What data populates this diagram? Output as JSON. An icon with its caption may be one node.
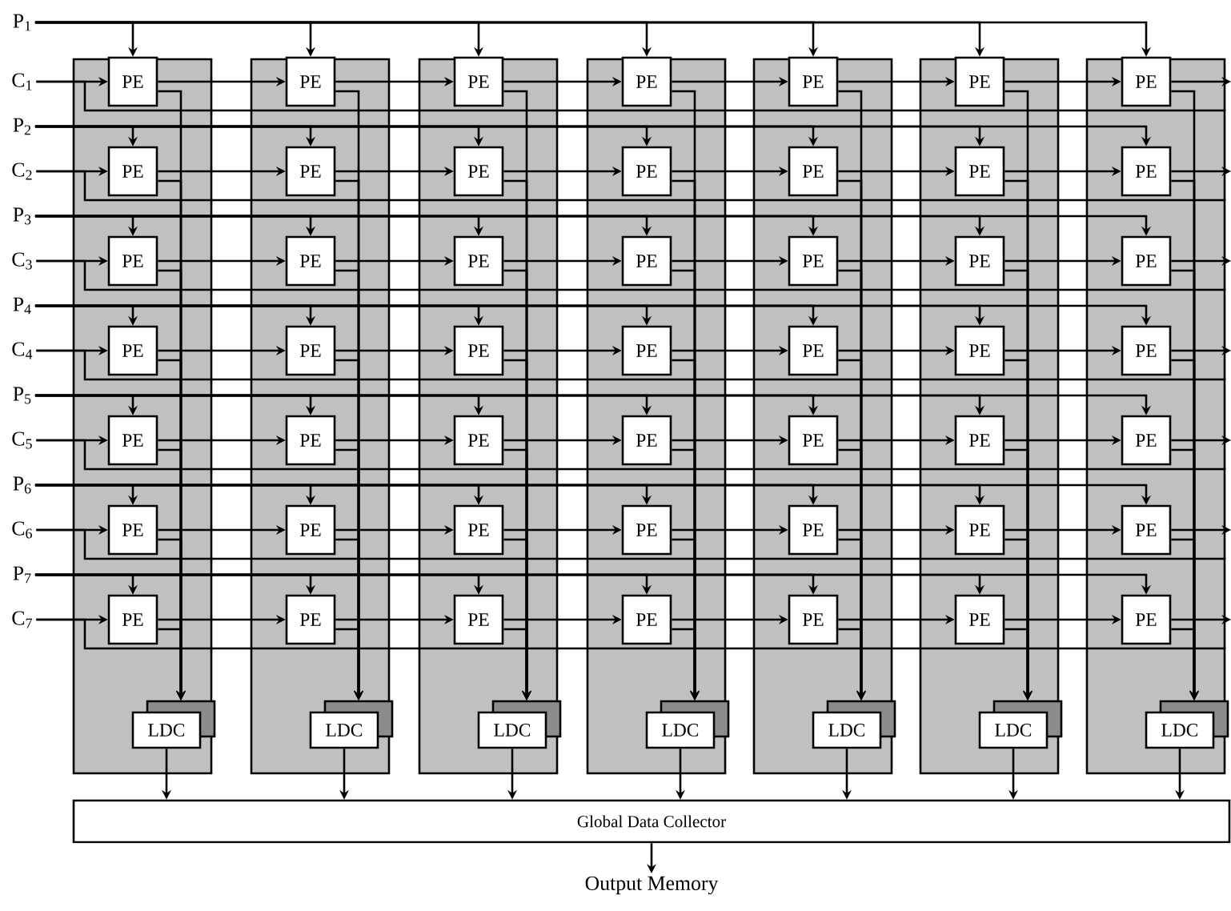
{
  "diagram": {
    "nodes": [
      {
        "text": [
          "P$_{1}$"
        ]
      },
      {
        "text": [
          "P$_{2}$"
        ]
      },
      {
        "text": [
          "P$_{3}$"
        ]
      },
      {
        "text": [
          "P$_{4}$"
        ]
      },
      {
        "text": [
          "P$_{5}$"
        ]
      },
      {
        "text": [
          "P$_{6}$"
        ]
      },
      {
        "text": [
          "P$_{7}$"
        ]
      },
      {
        "text": [
          "C$_{1}$"
        ]
      },
      {
        "text": [
          "C$_{2}$"
        ]
      },
      {
        "text": [
          "C$_{3}$"
        ]
      },
      {
        "text": [
          "C$_{4}$"
        ]
      },
      {
        "text": [
          "C$_{5}$"
        ]
      },
      {
        "text": [
          "C$_{6}$"
        ]
      },
      {
        "text": [
          "C$_{7}$"
        ]
      },
      {
        "text": [],
        "shape": "box"
      },
      {
        "text": [
          "PE"
        ],
        "in": 14
      },
      {
        "text": [
          "PE"
        ],
        "in": 14
      },
      {
        "text": [
          "PE"
        ],
        "in": 14
      },
      {
        "text": [
          "PE"
        ],
        "in": 14
      },
      {
        "text": [
          "PE"
        ],
        "in": 14
      },
      {
        "text": [
          "PE"
        ],
        "in": 14
      },
      {
        "text": [
          "PE"
        ],
        "in": 14
      },
      {
        "text": [
          "LDC"
        ],
        "in": 14
      },
      {
        "text": [],
        "shape": "box"
      },
      {
        "text": [
          "PE"
        ],
        "in": 23
      },
      {
        "text": [
          "PE"
        ],
        "in": 23
      },
      {
        "text": [
          "PE"
        ],
        "in": 23
      },
      {
        "text": [
          "PE"
        ],
        "in": 23
      },
      {
        "text": [
          "PE"
        ],
        "in": 23
      },
      {
        "text": [
          "PE"
        ],
        "in": 23
      },
      {
        "text": [
          "PE"
        ],
        "in": 23
      },
      {
        "text": [
          "LDC"
        ],
        "in": 23
      },
      {
        "text": [],
        "shape": "box"
      },
      {
        "text": [
          "PE"
        ],
        "in": 32
      },
      {
        "text": [
          "PE"
        ],
        "in": 32
      },
      {
        "text": [
          "PE"
        ],
        "in": 32
      },
      {
        "text": [
          "PE"
        ],
        "in": 32
      },
      {
        "text": [
          "PE"
        ],
        "in": 32
      },
      {
        "text": [
          "PE"
        ],
        "in": 32
      },
      {
        "text": [
          "PE"
        ],
        "in": 32
      },
      {
        "text": [
          "LDC"
        ],
        "in": 32
      },
      {
        "text": [],
        "shape": "box"
      },
      {
        "text": [
          "PE"
        ],
        "in": 41
      },
      {
        "text": [
          "PE"
        ],
        "in": 41
      },
      {
        "text": [
          "PE"
        ],
        "in": 41
      },
      {
        "text": [
          "PE"
        ],
        "in": 41
      },
      {
        "text": [
          "PE"
        ],
        "in": 41
      },
      {
        "text": [
          "PE"
        ],
        "in": 41
      },
      {
        "text": [
          "PE"
        ],
        "in": 41
      },
      {
        "text": [
          "LDC"
        ],
        "in": 41
      },
      {
        "text": [],
        "shape": "box"
      },
      {
        "text": [
          "PE"
        ],
        "in": 50
      },
      {
        "text": [
          "PE"
        ],
        "in": 50
      },
      {
        "text": [
          "PE"
        ],
        "in": 50
      },
      {
        "text": [
          "PE"
        ],
        "in": 50
      },
      {
        "text": [
          "PE"
        ],
        "in": 50
      },
      {
        "text": [
          "PE"
        ],
        "in": 50
      },
      {
        "text": [
          "PE"
        ],
        "in": 50
      },
      {
        "text": [
          "LDC"
        ],
        "in": 50
      },
      {
        "text": [],
        "shape": "box"
      },
      {
        "text": [
          "PE"
        ],
        "in": 59
      },
      {
        "text": [
          "PE"
        ],
        "in": 59
      },
      {
        "text": [
          "PE"
        ],
        "in": 59
      },
      {
        "text": [
          "PE"
        ],
        "in": 59
      },
      {
        "text": [
          "PE"
        ],
        "in": 59
      },
      {
        "text": [
          "PE"
        ],
        "in": 59
      },
      {
        "text": [
          "PE"
        ],
        "in": 59
      },
      {
        "text": [
          "LDC"
        ],
        "in": 59
      },
      {
        "text": [],
        "shape": "box"
      },
      {
        "text": [
          "PE"
        ],
        "in": 68
      },
      {
        "text": [
          "PE"
        ],
        "in": 68
      },
      {
        "text": [
          "PE"
        ],
        "in": 68
      },
      {
        "text": [
          "PE"
        ],
        "in": 68
      },
      {
        "text": [
          "PE"
        ],
        "in": 68
      },
      {
        "text": [
          "PE"
        ],
        "in": 68
      },
      {
        "text": [
          "PE"
        ],
        "in": 68
      },
      {
        "text": [
          "LDC"
        ],
        "in": 68
      },
      {
        "text": [
          "Global Data Collector"
        ]
      },
      {
        "text": [
          "Output Memory"
        ]
      }
    ],
    "edges": [
      {
        "from": 0,
        "to": 15,
        "arrow": "to"
      },
      {
        "from": 0,
        "to": 24,
        "arrow": "to"
      },
      {
        "from": 0,
        "to": 33,
        "arrow": "to"
      },
      {
        "from": 0,
        "to": 42,
        "arrow": "to"
      },
      {
        "from": 0,
        "to": 51,
        "arrow": "to"
      },
      {
        "from": 0,
        "to": 60,
        "arrow": "to"
      },
      {
        "from": 0,
        "to": 69,
        "arrow": "to"
      },
      {
        "from": 7,
        "to": 15,
        "arrow": "to"
      },
      {
        "from": 15,
        "to": 24,
        "arrow": "to"
      },
      {
        "from": 24,
        "to": 33,
        "arrow": "to"
      },
      {
        "from": 33,
        "to": 42,
        "arrow": "to"
      },
      {
        "from": 42,
        "to": 51,
        "arrow": "to"
      },
      {
        "from": 51,
        "to": 60,
        "arrow": "to"
      },
      {
        "from": 60,
        "to": 69,
        "arrow": "to"
      },
      {
        "from": 69,
        "to": null,
        "arrow": "to"
      },
      {
        "from": 7,
        "to": 68,
        "arrow": "none"
      },
      {
        "from": 1,
        "to": 16,
        "arrow": "to"
      },
      {
        "from": 1,
        "to": 25,
        "arrow": "to"
      },
      {
        "from": 1,
        "to": 34,
        "arrow": "to"
      },
      {
        "from": 1,
        "to": 43,
        "arrow": "to"
      },
      {
        "from": 1,
        "to": 52,
        "arrow": "to"
      },
      {
        "from": 1,
        "to": 61,
        "arrow": "to"
      },
      {
        "from": 1,
        "to": 70,
        "arrow": "to"
      },
      {
        "from": 8,
        "to": 16,
        "arrow": "to"
      },
      {
        "from": 16,
        "to": 25,
        "arrow": "to"
      },
      {
        "from": 25,
        "to": 34,
        "arrow": "to"
      },
      {
        "from": 34,
        "to": 43,
        "arrow": "to"
      },
      {
        "from": 43,
        "to": 52,
        "arrow": "to"
      },
      {
        "from": 52,
        "to": 61,
        "arrow": "to"
      },
      {
        "from": 61,
        "to": 70,
        "arrow": "to"
      },
      {
        "from": 70,
        "to": null,
        "arrow": "to"
      },
      {
        "from": 8,
        "to": 68,
        "arrow": "none"
      },
      {
        "from": 2,
        "to": 17,
        "arrow": "to"
      },
      {
        "from": 2,
        "to": 26,
        "arrow": "to"
      },
      {
        "from": 2,
        "to": 35,
        "arrow": "to"
      },
      {
        "from": 2,
        "to": 44,
        "arrow": "to"
      },
      {
        "from": 2,
        "to": 53,
        "arrow": "to"
      },
      {
        "from": 2,
        "to": 62,
        "arrow": "to"
      },
      {
        "from": 2,
        "to": 71,
        "arrow": "to"
      },
      {
        "from": 9,
        "to": 17,
        "arrow": "to"
      },
      {
        "from": 17,
        "to": 26,
        "arrow": "to"
      },
      {
        "from": 26,
        "to": 35,
        "arrow": "to"
      },
      {
        "from": 35,
        "to": 44,
        "arrow": "to"
      },
      {
        "from": 44,
        "to": 53,
        "arrow": "to"
      },
      {
        "from": 53,
        "to": 62,
        "arrow": "to"
      },
      {
        "from": 62,
        "to": 71,
        "arrow": "to"
      },
      {
        "from": 71,
        "to": null,
        "arrow": "to"
      },
      {
        "from": 9,
        "to": 68,
        "arrow": "none"
      },
      {
        "from": 3,
        "to": 18,
        "arrow": "to"
      },
      {
        "from": 3,
        "to": 27,
        "arrow": "to"
      },
      {
        "from": 3,
        "to": 36,
        "arrow": "to"
      },
      {
        "from": 3,
        "to": 45,
        "arrow": "to"
      },
      {
        "from": 3,
        "to": 54,
        "arrow": "to"
      },
      {
        "from": 3,
        "to": 63,
        "arrow": "to"
      },
      {
        "from": 3,
        "to": 72,
        "arrow": "to"
      },
      {
        "from": 10,
        "to": 18,
        "arrow": "to"
      },
      {
        "from": 18,
        "to": 27,
        "arrow": "to"
      },
      {
        "from": 27,
        "to": 36,
        "arrow": "to"
      },
      {
        "from": 36,
        "to": 45,
        "arrow": "to"
      },
      {
        "from": 45,
        "to": 54,
        "arrow": "to"
      },
      {
        "from": 54,
        "to": 63,
        "arrow": "to"
      },
      {
        "from": 63,
        "to": 72,
        "arrow": "to"
      },
      {
        "from": 72,
        "to": null,
        "arrow": "to"
      },
      {
        "from": 10,
        "to": 68,
        "arrow": "none"
      },
      {
        "from": 4,
        "to": 19,
        "arrow": "to"
      },
      {
        "from": 4,
        "to": 28,
        "arrow": "to"
      },
      {
        "from": 4,
        "to": 37,
        "arrow": "to"
      },
      {
        "from": 4,
        "to": 46,
        "arrow": "to"
      },
      {
        "from": 4,
        "to": 55,
        "arrow": "to"
      },
      {
        "from": 4,
        "to": 64,
        "arrow": "to"
      },
      {
        "from": 4,
        "to": 73,
        "arrow": "to"
      },
      {
        "from": 11,
        "to": 19,
        "arrow": "to"
      },
      {
        "from": 19,
        "to": 28,
        "arrow": "to"
      },
      {
        "from": 28,
        "to": 37,
        "arrow": "to"
      },
      {
        "from": 37,
        "to": 46,
        "arrow": "to"
      },
      {
        "from": 46,
        "to": 55,
        "arrow": "to"
      },
      {
        "from": 55,
        "to": 64,
        "arrow": "to"
      },
      {
        "from": 64,
        "to": 73,
        "arrow": "to"
      },
      {
        "from": 73,
        "to": null,
        "arrow": "to"
      },
      {
        "from": 11,
        "to": 68,
        "arrow": "none"
      },
      {
        "from": 5,
        "to": 20,
        "arrow": "to"
      },
      {
        "from": 5,
        "to": 29,
        "arrow": "to"
      },
      {
        "from": 5,
        "to": 38,
        "arrow": "to"
      },
      {
        "from": 5,
        "to": 47,
        "arrow": "to"
      },
      {
        "from": 5,
        "to": 56,
        "arrow": "to"
      },
      {
        "from": 5,
        "to": 65,
        "arrow": "to"
      },
      {
        "from": 5,
        "to": 74,
        "arrow": "to"
      },
      {
        "from": 12,
        "to": 20,
        "arrow": "to"
      },
      {
        "from": 20,
        "to": 29,
        "arrow": "to"
      },
      {
        "from": 29,
        "to": 38,
        "arrow": "to"
      },
      {
        "from": 38,
        "to": 47,
        "arrow": "to"
      },
      {
        "from": 47,
        "to": 56,
        "arrow": "to"
      },
      {
        "from": 56,
        "to": 65,
        "arrow": "to"
      },
      {
        "from": 65,
        "to": 74,
        "arrow": "to"
      },
      {
        "from": 74,
        "to": null,
        "arrow": "to"
      },
      {
        "from": 12,
        "to": 68,
        "arrow": "none"
      },
      {
        "from": 6,
        "to": 21,
        "arrow": "to"
      },
      {
        "from": 6,
        "to": 30,
        "arrow": "to"
      },
      {
        "from": 6,
        "to": 39,
        "arrow": "to"
      },
      {
        "from": 6,
        "to": 48,
        "arrow": "to"
      },
      {
        "from": 6,
        "to": 57,
        "arrow": "to"
      },
      {
        "from": 6,
        "to": 66,
        "arrow": "to"
      },
      {
        "from": 6,
        "to": 75,
        "arrow": "to"
      },
      {
        "from": 13,
        "to": 21,
        "arrow": "to"
      },
      {
        "from": 21,
        "to": 30,
        "arrow": "to"
      },
      {
        "from": 30,
        "to": 39,
        "arrow": "to"
      },
      {
        "from": 39,
        "to": 48,
        "arrow": "to"
      },
      {
        "from": 48,
        "to": 57,
        "arrow": "to"
      },
      {
        "from": 57,
        "to": 66,
        "arrow": "to"
      },
      {
        "from": 66,
        "to": 75,
        "arrow": "to"
      },
      {
        "from": 75,
        "to": null,
        "arrow": "to"
      },
      {
        "from": 13,
        "to": 68,
        "arrow": "none"
      },
      {
        "from": 15,
        "to": 22,
        "arrow": "to"
      },
      {
        "from": 16,
        "to": 22,
        "arrow": "to"
      },
      {
        "from": 17,
        "to": 22,
        "arrow": "to"
      },
      {
        "from": 18,
        "to": 22,
        "arrow": "to"
      },
      {
        "from": 19,
        "to": 22,
        "arrow": "to"
      },
      {
        "from": 20,
        "to": 22,
        "arrow": "to"
      },
      {
        "from": 21,
        "to": 22,
        "arrow": "to"
      },
      {
        "from": 24,
        "to": 31,
        "arrow": "to"
      },
      {
        "from": 25,
        "to": 31,
        "arrow": "to"
      },
      {
        "from": 26,
        "to": 31,
        "arrow": "to"
      },
      {
        "from": 27,
        "to": 31,
        "arrow": "to"
      },
      {
        "from": 28,
        "to": 31,
        "arrow": "to"
      },
      {
        "from": 29,
        "to": 31,
        "arrow": "to"
      },
      {
        "from": 30,
        "to": 31,
        "arrow": "to"
      },
      {
        "from": 33,
        "to": 40,
        "arrow": "to"
      },
      {
        "from": 34,
        "to": 40,
        "arrow": "to"
      },
      {
        "from": 35,
        "to": 40,
        "arrow": "to"
      },
      {
        "from": 36,
        "to": 40,
        "arrow": "to"
      },
      {
        "from": 37,
        "to": 40,
        "arrow": "to"
      },
      {
        "from": 38,
        "to": 40,
        "arrow": "to"
      },
      {
        "from": 39,
        "to": 40,
        "arrow": "to"
      },
      {
        "from": 42,
        "to": 49,
        "arrow": "to"
      },
      {
        "from": 43,
        "to": 49,
        "arrow": "to"
      },
      {
        "from": 44,
        "to": 49,
        "arrow": "to"
      },
      {
        "from": 45,
        "to": 49,
        "arrow": "to"
      },
      {
        "from": 46,
        "to": 49,
        "arrow": "to"
      },
      {
        "from": 47,
        "to": 49,
        "arrow": "to"
      },
      {
        "from": 48,
        "to": 49,
        "arrow": "to"
      },
      {
        "from": 51,
        "to": 58,
        "arrow": "to"
      },
      {
        "from": 52,
        "to": 58,
        "arrow": "to"
      },
      {
        "from": 53,
        "to": 58,
        "arrow": "to"
      },
      {
        "from": 54,
        "to": 58,
        "arrow": "to"
      },
      {
        "from": 55,
        "to": 58,
        "arrow": "to"
      },
      {
        "from": 56,
        "to": 58,
        "arrow": "to"
      },
      {
        "from": 57,
        "to": 58,
        "arrow": "to"
      },
      {
        "from": 60,
        "to": 67,
        "arrow": "to"
      },
      {
        "from": 61,
        "to": 67,
        "arrow": "to"
      },
      {
        "from": 62,
        "to": 67,
        "arrow": "to"
      },
      {
        "from": 63,
        "to": 67,
        "arrow": "to"
      },
      {
        "from": 64,
        "to": 67,
        "arrow": "to"
      },
      {
        "from": 65,
        "to": 67,
        "arrow": "to"
      },
      {
        "from": 66,
        "to": 67,
        "arrow": "to"
      },
      {
        "from": 69,
        "to": 76,
        "arrow": "to"
      },
      {
        "from": 70,
        "to": 76,
        "arrow": "to"
      },
      {
        "from": 71,
        "to": 76,
        "arrow": "to"
      },
      {
        "from": 72,
        "to": 76,
        "arrow": "to"
      },
      {
        "from": 73,
        "to": 76,
        "arrow": "to"
      },
      {
        "from": 74,
        "to": 76,
        "arrow": "to"
      },
      {
        "from": 75,
        "to": 76,
        "arrow": "to"
      },
      {
        "from": 22,
        "to": 77,
        "arrow": "to"
      },
      {
        "from": 31,
        "to": 77,
        "arrow": "to"
      },
      {
        "from": 40,
        "to": 77,
        "arrow": "to"
      },
      {
        "from": 49,
        "to": 77,
        "arrow": "to"
      },
      {
        "from": 58,
        "to": 77,
        "arrow": "to"
      },
      {
        "from": 67,
        "to": 77,
        "arrow": "to"
      },
      {
        "from": 76,
        "to": 77,
        "arrow": "to"
      },
      {
        "from": 77,
        "to": 78,
        "arrow": "to"
      }
    ]
  }
}
